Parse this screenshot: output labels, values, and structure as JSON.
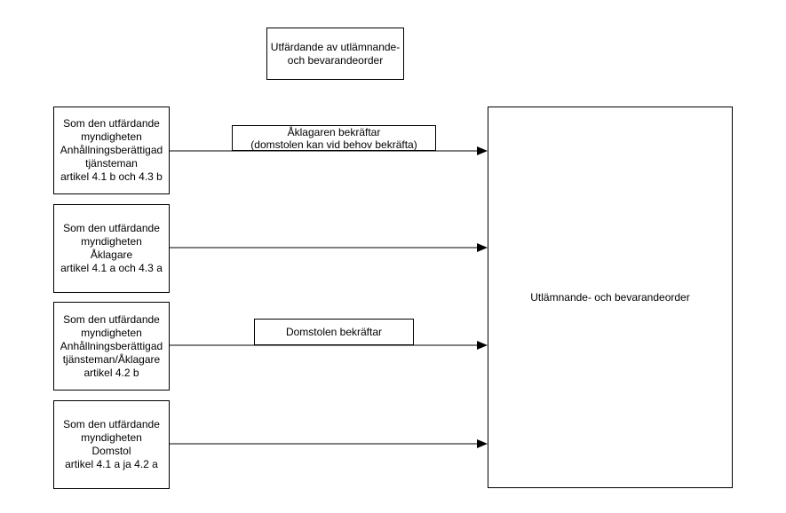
{
  "colors": {
    "background": "#ffffff",
    "box_border": "#000000",
    "text": "#000000",
    "connector_line": "#808080",
    "arrowhead": "#000000"
  },
  "icons": {
    "arrowhead": "▶"
  },
  "title_box": {
    "text": "Utfärdande av utlämnande-\noch bevarandeorder"
  },
  "source_boxes": [
    {
      "text": "Som den utfärdande\nmyndigheten\nAnhållningsberättigad\ntjänsteman\nartikel 4.1 b och 4.3 b"
    },
    {
      "text": "Som den utfärdande\nmyndigheten\nÅklagare\nartikel 4.1 a och 4.3 a"
    },
    {
      "text": "Som den utfärdande\nmyndigheten\nAnhållningsberättigad\ntjänsteman/Åklagare\nartikel 4.2 b"
    },
    {
      "text": "Som den utfärdande\nmyndigheten\nDomstol\nartikel 4.1 a ja 4.2 a"
    }
  ],
  "edge_labels": [
    {
      "text": "Åklagaren bekräftar\n(domstolen kan vid behov bekräfta)"
    },
    {
      "text": "Domstolen bekräftar"
    }
  ],
  "target_box": {
    "text": "Utlämnande- och bevarandeorder"
  }
}
